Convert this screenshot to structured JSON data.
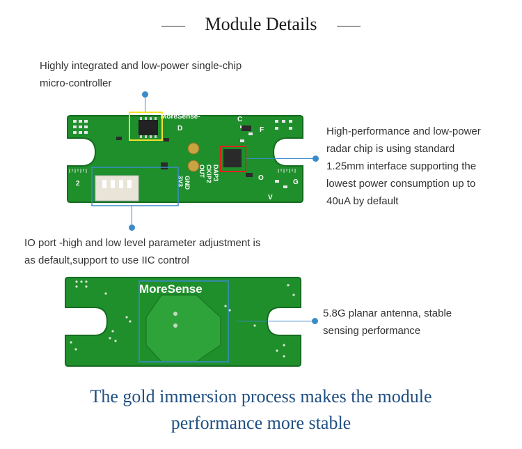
{
  "header": {
    "title": "Module Details"
  },
  "annotations": {
    "mcu": {
      "line1": "Highly integrated and low-power single-chip",
      "line2": "micro-controller"
    },
    "radar_chip": {
      "line1": "High-performance and low-power",
      "line2": "radar chip is using standard",
      "line3": "1.25mm interface supporting the",
      "line4": "lowest power consumption up to",
      "line5": "40uA by default"
    },
    "io_port": {
      "line1": "IO port -high and low level parameter adjustment is",
      "line2": "as default,support to use IIC control"
    },
    "antenna": {
      "line1": "5.8G planar antenna, stable",
      "line2": "sensing performance"
    }
  },
  "board_top": {
    "brand": "MoreSense-",
    "pins": [
      "DAP3",
      "CKIP2",
      "OUT",
      "GND",
      "3V3"
    ],
    "marks": {
      "d": "D",
      "c": "C",
      "f": "F",
      "g": "G",
      "v": "V",
      "o": "O",
      "two": "2"
    }
  },
  "board_bottom": {
    "brand": "MoreSense"
  },
  "footer": {
    "line1": "The gold immersion process makes the module",
    "line2": "performance more stable"
  },
  "colors": {
    "pcb": "#1f8f2c",
    "pcb_edge": "#156b1f",
    "callout": "#3a8cc9",
    "highlight_yellow": "#f2e12a",
    "highlight_red": "#e0221c",
    "footer_text": "#1f4f82"
  }
}
